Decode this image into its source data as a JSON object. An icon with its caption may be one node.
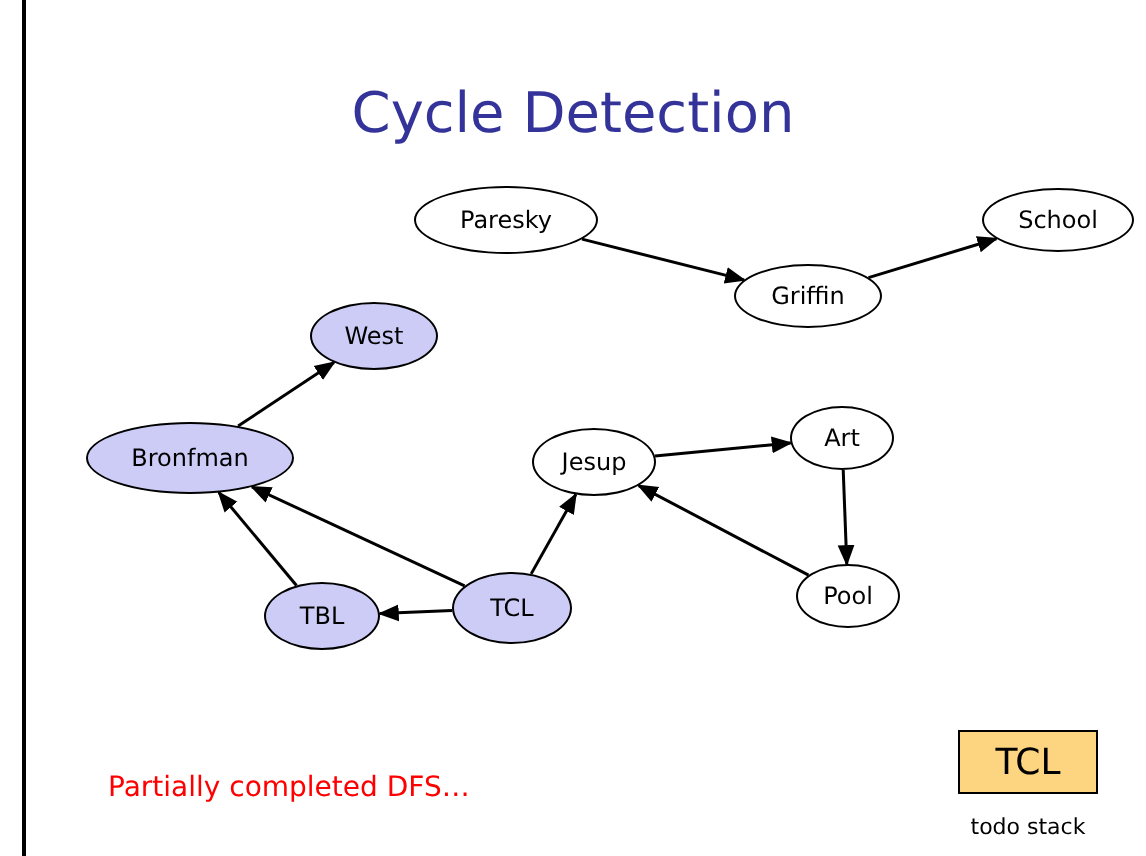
{
  "diagram": {
    "title": "Cycle Detection",
    "nodes": [
      {
        "text": [
          "Paresky"
        ]
      },
      {
        "text": [
          "School"
        ]
      },
      {
        "text": [
          "Griffin"
        ]
      },
      {
        "text": [
          "West"
        ]
      },
      {
        "text": [
          "Bronfman"
        ]
      },
      {
        "text": [
          "Jesup"
        ]
      },
      {
        "text": [
          "Art"
        ]
      },
      {
        "text": [
          "TCL"
        ]
      },
      {
        "text": [
          "TBL"
        ]
      },
      {
        "text": [
          "Pool"
        ]
      },
      {
        "text": [
          "TCL"
        ],
        "beside": [
          "todo stack"
        ]
      }
    ],
    "edges": [
      {
        "from": 0,
        "to": 2,
        "arrow": "to"
      },
      {
        "from": 2,
        "to": 1,
        "arrow": "to"
      },
      {
        "from": 4,
        "to": 3,
        "arrow": "to"
      },
      {
        "from": 8,
        "to": 4,
        "arrow": "to"
      },
      {
        "from": 7,
        "to": 4,
        "arrow": "to"
      },
      {
        "from": 7,
        "to": 8,
        "arrow": "to"
      },
      {
        "from": 7,
        "to": 5,
        "arrow": "to"
      },
      {
        "from": 5,
        "to": 6,
        "arrow": "to"
      },
      {
        "from": 6,
        "to": 9,
        "arrow": "to"
      },
      {
        "from": 9,
        "to": 5,
        "arrow": "to"
      }
    ],
    "labels": [
      "Partially completed DFS…"
    ]
  }
}
